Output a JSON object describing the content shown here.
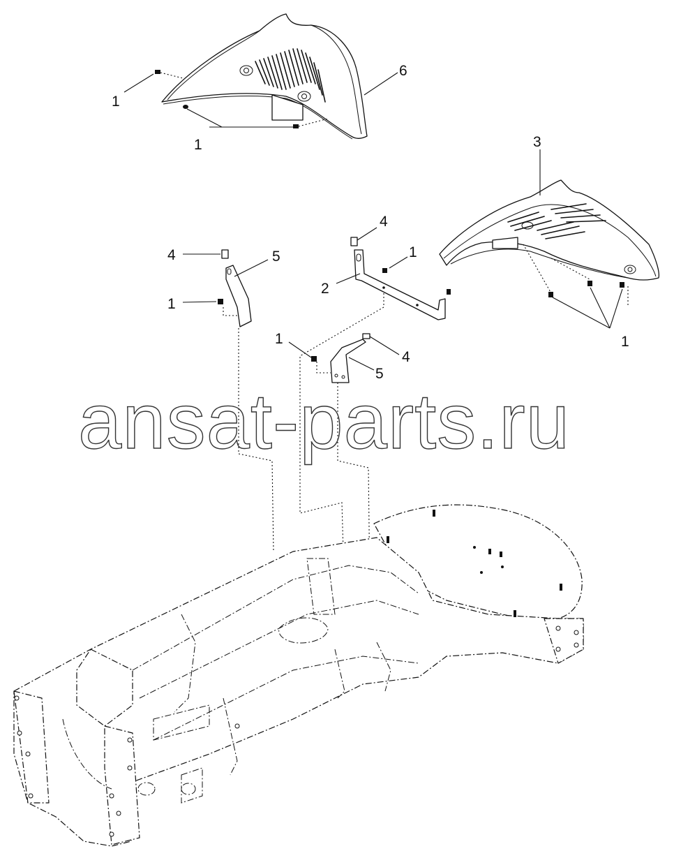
{
  "watermark": {
    "text": "ansat-parts.ru"
  },
  "callouts": [
    {
      "id": "c1a",
      "label": "1"
    },
    {
      "id": "c1b",
      "label": "1"
    },
    {
      "id": "c6",
      "label": "6"
    },
    {
      "id": "c3",
      "label": "3"
    },
    {
      "id": "c4a",
      "label": "4"
    },
    {
      "id": "c5a",
      "label": "5"
    },
    {
      "id": "c1c",
      "label": "1"
    },
    {
      "id": "c4b",
      "label": "4"
    },
    {
      "id": "c1d",
      "label": "1"
    },
    {
      "id": "c2",
      "label": "2"
    },
    {
      "id": "c1e",
      "label": "1"
    },
    {
      "id": "c4c",
      "label": "4"
    },
    {
      "id": "c5b",
      "label": "5"
    },
    {
      "id": "c1f",
      "label": "1"
    }
  ]
}
